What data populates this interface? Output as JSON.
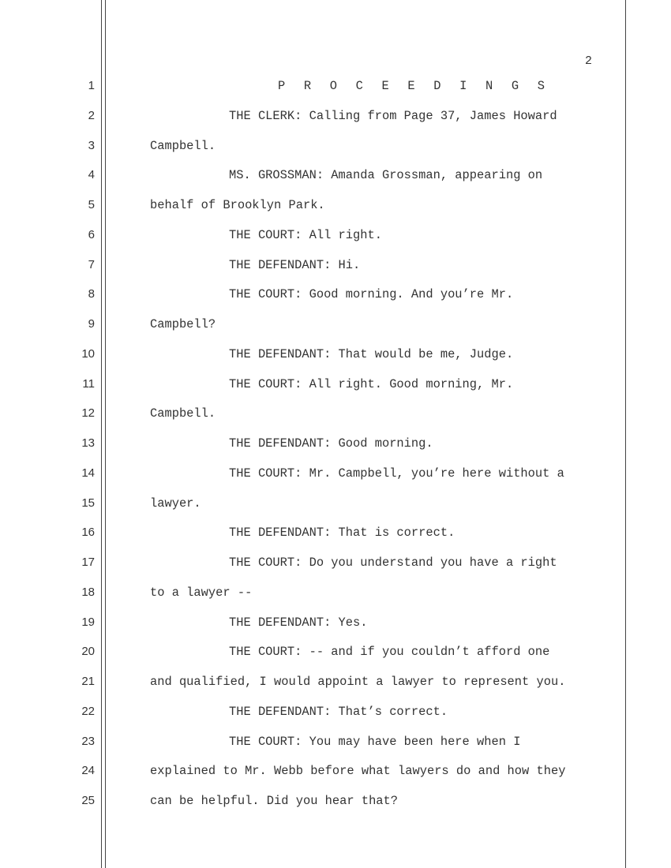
{
  "page_number": "2",
  "lines": [
    {
      "num": "1",
      "text": "P R O C E E D I N G S"
    },
    {
      "num": "2",
      "text": "THE CLERK: Calling from Page 37, James Howard"
    },
    {
      "num": "3",
      "text": "Campbell."
    },
    {
      "num": "4",
      "text": "MS. GROSSMAN: Amanda Grossman, appearing on"
    },
    {
      "num": "5",
      "text": "behalf of Brooklyn Park."
    },
    {
      "num": "6",
      "text": "THE COURT: All right."
    },
    {
      "num": "7",
      "text": "THE DEFENDANT: Hi."
    },
    {
      "num": "8",
      "text": "THE COURT: Good morning. And you’re Mr."
    },
    {
      "num": "9",
      "text": "Campbell?"
    },
    {
      "num": "10",
      "text": "THE DEFENDANT: That would be me, Judge."
    },
    {
      "num": "11",
      "text": "THE COURT: All right. Good morning, Mr."
    },
    {
      "num": "12",
      "text": "Campbell."
    },
    {
      "num": "13",
      "text": "THE DEFENDANT: Good morning."
    },
    {
      "num": "14",
      "text": "THE COURT: Mr. Campbell, you’re here without a"
    },
    {
      "num": "15",
      "text": "lawyer."
    },
    {
      "num": "16",
      "text": "THE DEFENDANT: That is correct."
    },
    {
      "num": "17",
      "text": "THE COURT: Do you understand you have a right"
    },
    {
      "num": "18",
      "text": "to a lawyer --"
    },
    {
      "num": "19",
      "text": "THE DEFENDANT: Yes."
    },
    {
      "num": "20",
      "text": "THE COURT: -- and if you couldn’t afford one"
    },
    {
      "num": "21",
      "text": "and qualified, I would appoint a lawyer to represent you."
    },
    {
      "num": "22",
      "text": "THE DEFENDANT: That’s correct."
    },
    {
      "num": "23",
      "text": "THE COURT: You may have been here when I"
    },
    {
      "num": "24",
      "text": "explained to Mr. Webb before what lawyers do and how they"
    },
    {
      "num": "25",
      "text": "can be helpful. Did you hear that?"
    }
  ]
}
